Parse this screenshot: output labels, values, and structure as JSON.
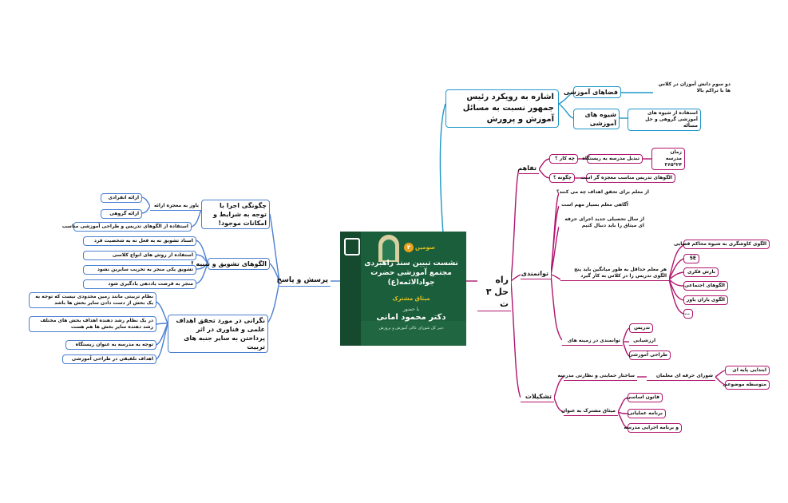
{
  "colors": {
    "blue": "#1f97c9",
    "pink": "#b0166e",
    "light_blue": "#4a7fd1",
    "center_bg": "#1b5e3b",
    "gold": "#e6c31e"
  },
  "center": {
    "badge": "۳",
    "series": "سومین",
    "title": "نشست تبیین سند راهبردی مجتمع آموزشی حضرت جوادالائمه(ع)",
    "subtitle": "میثاق مشترک",
    "with": "با حضور",
    "speaker": "دکتر محمود امانی",
    "role": "دبیر کل شورای عالی آموزش و پرورش"
  },
  "top_branch": {
    "root": "اشاره به رویکرد رئیس جمهور نسبت به مسائل آموزش و پرورش",
    "n1": "فضاهای آموزشی",
    "n1a": "دو سوم دانش آموزان در کلاس ها با تراکم بالا",
    "n2": "شیوه های آموزشی",
    "n2a": "استفاده از شیوه های آموزشی گروهی و حل مسأله"
  },
  "right_branch": {
    "root": "راه حل ۳ ت",
    "tafahom": "تفاهم",
    "che_kar": "چه کار ؟",
    "tabdil": "تبدیل مدرسه به زیستگاه",
    "zaman": "زمان مدرسه ۲۴*۳۶۵",
    "chegune": "چگونه ؟",
    "olgoo_tadris": "الگوهای تدریس مناسب معجزه گر است",
    "tavanmandi": "توانمندی",
    "moalem_q": "از معلم برای تحقق اهداف چه می کنند؟",
    "agahi": "آگاهی معلم بسیار مهم است",
    "sal_tahsili": "از سال تحصیلی جدید اجرای حرفه ای میثاق را باید دنبال کنیم",
    "moalem_haddaqal": "هر معلم حداقل به طور میانگین باید پنج الگوی تدریس را در کلاس به کار گیرد",
    "olgoo_list": [
      "الگوی کاوشگری به شیوه محاکم قضایی",
      "5E",
      "بارش فکری",
      "الگوهای اجتماعی",
      "الگوی یاران یاور",
      "..."
    ],
    "tavanmandi_zamine": "توانمندی در زمینه های",
    "zamine_list": [
      "تدریس",
      "ارزشیابی",
      "طراحی آموزشی"
    ],
    "tashkilat": "تشکیلات",
    "sakhtar": "ساختار حمایتی و نظارتی مدرسه",
    "shora": "شورای حرفه ای معلمان",
    "shora_list": [
      "ابتدایی پایه ای",
      "متوسطه موضوعی"
    ],
    "misagh": "میثاق مشترک به عنوان",
    "misagh_list": [
      "قانون اساسی",
      "برنامه عملیاتی",
      "و برنامه اجرایی مدرسه"
    ]
  },
  "left_branch": {
    "root": "پرسش و پاسخ",
    "q1": "چگونگی اجرا با توجه به شرایط و امکانات موجود!",
    "q1a": "باور به معجزه ارائه",
    "q1a_list": [
      "ارائه انفرادی",
      "ارائه گروهی"
    ],
    "q1b": "استفاده از الگوهای تدریس و طراحی آموزشی مناسب",
    "q2": "الگوهای تشویق و تنبیه !",
    "q2_list": [
      "اسناد تشویق نه به فعل نه به شخصیت فرد",
      "استفاده از روش های انواع کلاسی",
      "تشویق یکی منجر به تخریب سایرین نشود",
      "منجر به فرصت یاددهی یادگیری شود"
    ],
    "q3": "نگرانی در مورد تحقق اهداف علمی و فناوری در اثر پرداختن به سایر جنبه های تربیت",
    "q3_list": [
      "نظام تربیتی مانند زمین محدودی نیست که توجه به یک بخش از دست دادن سایر بخش ها باشد",
      "در یک نظام رشد دهنده اهداف بخش های مختلف رشد دهنده سایر بخش ها هم هست",
      "توجه به مدرسه به عنوان زیستگاه",
      "اهداف تلفیقی در طراحی آموزشی"
    ]
  }
}
